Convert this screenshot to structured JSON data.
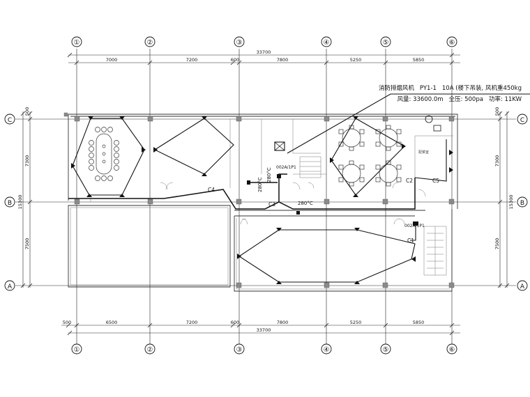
{
  "axes": {
    "columns": [
      "①",
      "②",
      "③",
      "④",
      "⑤",
      "⑥"
    ],
    "rows": [
      "C",
      "B",
      "A"
    ]
  },
  "dimensions": {
    "top": {
      "overall": "33700",
      "segments": [
        "7000",
        "7200",
        "600",
        "7800",
        "5250",
        "5850"
      ]
    },
    "bottom": {
      "overall": "33700",
      "segments": [
        "500",
        "6500",
        "7200",
        "600",
        "7800",
        "5250",
        "5850"
      ]
    },
    "left": {
      "overall": "15300",
      "segments": [
        "500",
        "7300",
        "7500"
      ]
    },
    "right": {
      "overall": "15300",
      "segments": [
        "500",
        "7300",
        "7500"
      ]
    }
  },
  "equipment_note": {
    "line1_name": "消防排烟风机",
    "line1_code": "PY1-1",
    "line1_spec": "10A (楼下吊装, 风机重450kg",
    "line2_airflow": "风量: 33600.0m",
    "line2_pressure": "全压: 500pa",
    "line2_power": "功率: 11KW"
  },
  "duct_labels": {
    "c1": "C1",
    "c2": "C2",
    "c3": "C3",
    "c4": "C4",
    "c5": "C5",
    "temp_280_a": "280°C",
    "temp_280_b": "280°C",
    "temp_280_c": "280°C",
    "damper_1": "002A/1P1",
    "damper_2": "002A/1P1"
  },
  "room_labels": {
    "room_small": "配菜室"
  },
  "colors": {
    "line": "#111111",
    "column": "#8a8a8a",
    "wall": "#333333"
  }
}
